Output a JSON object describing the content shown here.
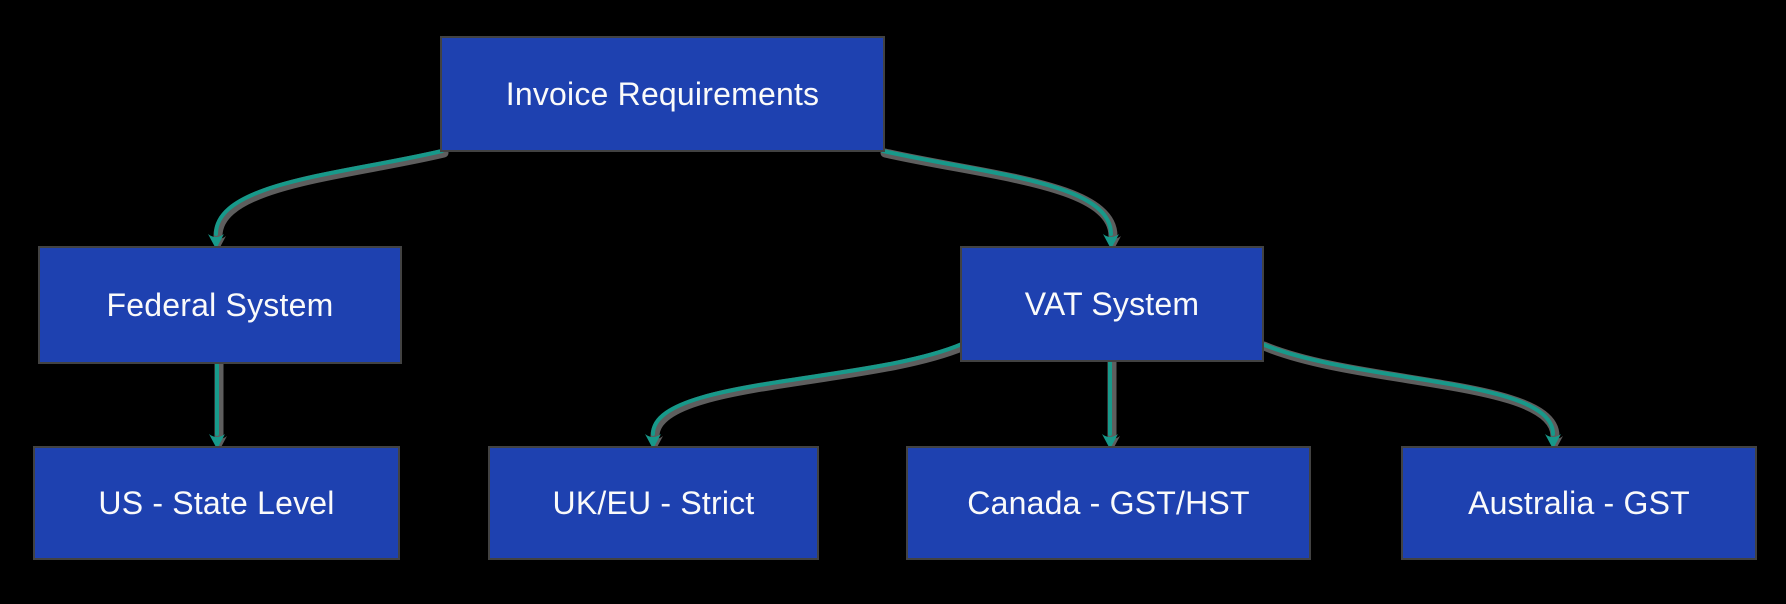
{
  "diagram": {
    "type": "flowchart",
    "colors": {
      "background": "#000000",
      "node_fill": "#1e41b0",
      "node_text": "#fafafa",
      "node_outline": "#424242",
      "connector": "#17998a",
      "connector_shadow": "#6f6f6f"
    },
    "nodes": [
      {
        "id": "invoice-requirements",
        "label": "Invoice Requirements"
      },
      {
        "id": "federal-system",
        "label": "Federal System"
      },
      {
        "id": "vat-system",
        "label": "VAT System"
      },
      {
        "id": "us-state-level",
        "label": "US - State Level"
      },
      {
        "id": "uk-eu-strict",
        "label": "UK/EU - Strict"
      },
      {
        "id": "canada-gst-hst",
        "label": "Canada - GST/HST"
      },
      {
        "id": "australia-gst",
        "label": "Australia - GST"
      }
    ],
    "edges": [
      {
        "from": "Invoice Requirements",
        "to": "Federal System"
      },
      {
        "from": "Invoice Requirements",
        "to": "VAT System"
      },
      {
        "from": "Federal System",
        "to": "US - State Level"
      },
      {
        "from": "VAT System",
        "to": "UK/EU - Strict"
      },
      {
        "from": "VAT System",
        "to": "Canada - GST/HST"
      },
      {
        "from": "VAT System",
        "to": "Australia - GST"
      }
    ]
  }
}
